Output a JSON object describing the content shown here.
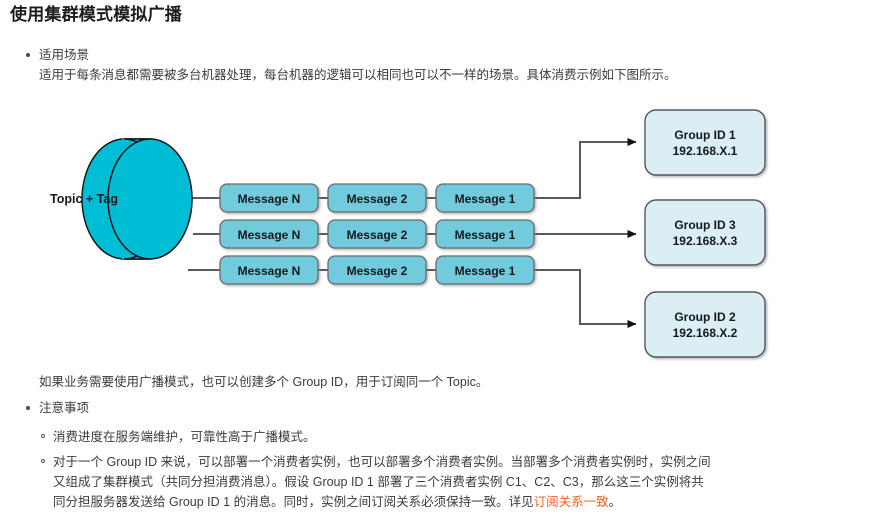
{
  "document": {
    "title": "使用集群模式模拟广播"
  },
  "sections": [
    {
      "bullet": "适用场景",
      "paragraph": "适用于每条消息都需要被多台机器处理，每台机器的逻辑可以相同也可以不一样的场景。具体消费示例如下图所示。"
    }
  ],
  "diagram": {
    "source_label": "Topic + Tag",
    "rows": [
      {
        "messages": [
          "Message N",
          "Message 2",
          "Message 1"
        ]
      },
      {
        "messages": [
          "Message N",
          "Message 2",
          "Message 1"
        ]
      },
      {
        "messages": [
          "Message N",
          "Message 2",
          "Message 1"
        ]
      }
    ],
    "groups": [
      {
        "name": "Group ID 1",
        "ip": "192.168.X.1"
      },
      {
        "name": "Group ID 2",
        "ip": "192.168.X.2"
      },
      {
        "name": "Group ID 3",
        "ip": "192.168.X.3"
      }
    ],
    "colors": {
      "cylinder_fill": "#00bdd6",
      "cylinder_stroke": "#1a1a1a",
      "message_fill": "#72cbdc",
      "message_stroke": "#6b6b6b",
      "group_fill": "#dbeef4",
      "group_stroke": "#52585e",
      "connector": "#5a5a5a",
      "arrow": "#111111"
    }
  },
  "after_diagram_paragraph": "如果业务需要使用广播模式，也可以创建多个 Group ID，用于订阅同一个 Topic。",
  "notes": {
    "bullet": "注意事项",
    "items": [
      {
        "lines": [
          "消费进度在服务端维护，可靠性高于广播模式。"
        ]
      },
      {
        "lines": [
          "对于一个 Group ID 来说，可以部署一个消费者实例，也可以部署多个消费者实例。当部署多个消费者实例时，实例之间",
          "又组成了集群模式（共同分担消费消息）。假设 Group ID 1 部署了三个消费者实例 C1、C2、C3，那么这三个实例将共",
          "同分担服务器发送给 Group ID 1 的消息。同时，实例之间订阅关系必须保持一致。详见"
        ],
        "link_text": "订阅关系一致",
        "trailing": "。"
      }
    ]
  }
}
